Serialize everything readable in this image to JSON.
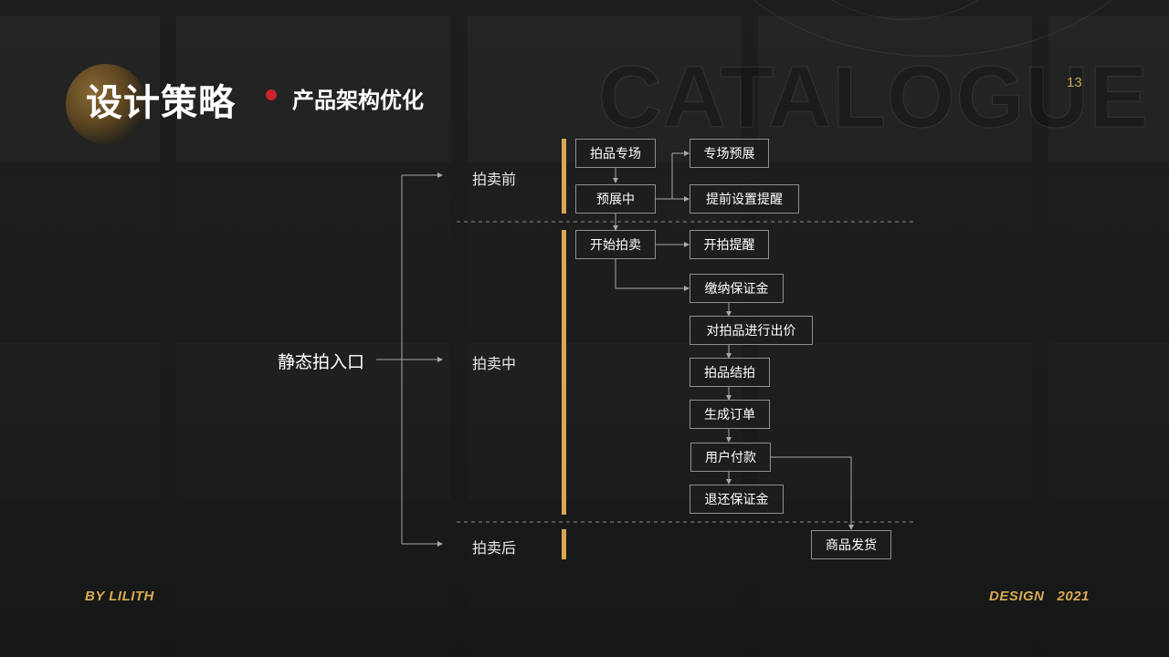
{
  "header": {
    "title": "设计策略",
    "subtitle": "产品架构优化",
    "watermark": "CATALOGUE",
    "page_number": "13"
  },
  "footer": {
    "author": "BY LILITH",
    "label": "DESIGN",
    "year": "2021"
  },
  "colors": {
    "accent": "#d9a852",
    "dot": "#c8242b",
    "background": "#1e1f1f"
  },
  "diagram": {
    "entry": "静态拍入口",
    "phases": {
      "before": "拍卖前",
      "during": "拍卖中",
      "after": "拍卖后"
    },
    "nodes": {
      "auction_session": "拍品专场",
      "preview_ongoing": "预展中",
      "session_preview": "专场预展",
      "set_reminder": "提前设置提醒",
      "start_auction": "开始拍卖",
      "start_reminder": "开拍提醒",
      "pay_deposit": "缴纳保证金",
      "place_bid": "对拍品进行出价",
      "auction_close": "拍品结拍",
      "create_order": "生成订单",
      "user_payment": "用户付款",
      "refund_deposit": "退还保证金",
      "ship_goods": "商品发货"
    }
  }
}
